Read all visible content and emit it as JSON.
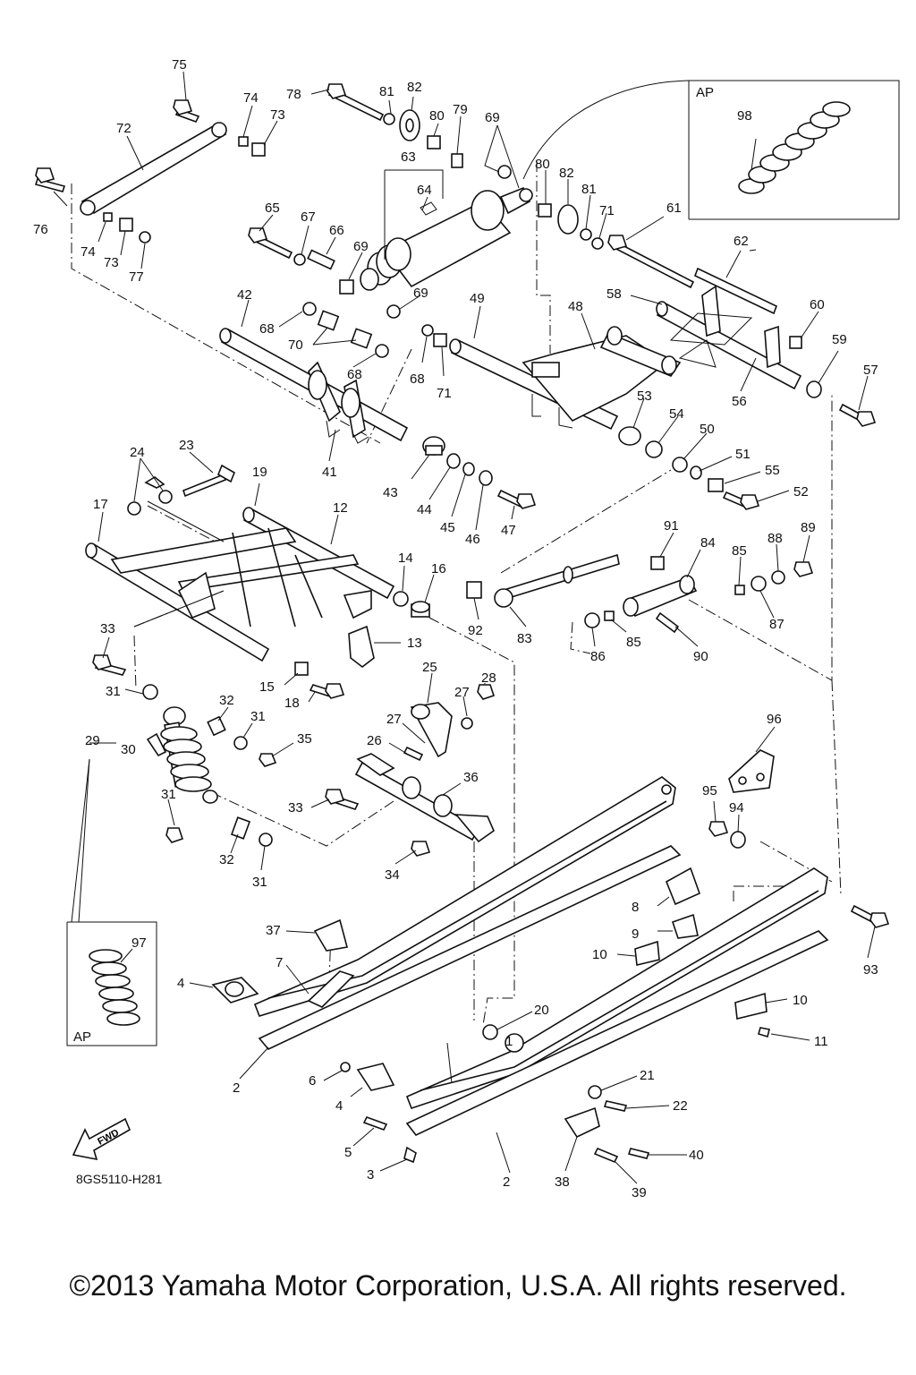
{
  "diagram": {
    "code": "8GS5110-H281",
    "fwd_label": "FWD",
    "inset_label_top": "AP",
    "inset_label_bottom": "AP"
  },
  "callouts": [
    "1",
    "2",
    "3",
    "4",
    "5",
    "6",
    "7",
    "8",
    "9",
    "10",
    "11",
    "12",
    "13",
    "14",
    "15",
    "16",
    "17",
    "18",
    "19",
    "20",
    "21",
    "22",
    "23",
    "24",
    "25",
    "26",
    "27",
    "28",
    "29",
    "30",
    "31",
    "32",
    "33",
    "34",
    "35",
    "36",
    "37",
    "38",
    "39",
    "40",
    "41",
    "42",
    "43",
    "44",
    "45",
    "46",
    "47",
    "48",
    "49",
    "50",
    "51",
    "52",
    "53",
    "54",
    "55",
    "56",
    "57",
    "58",
    "59",
    "60",
    "61",
    "62",
    "63",
    "64",
    "65",
    "66",
    "67",
    "68",
    "69",
    "70",
    "71",
    "72",
    "73",
    "74",
    "75",
    "76",
    "77",
    "78",
    "79",
    "80",
    "81",
    "82",
    "83",
    "84",
    "85",
    "86",
    "87",
    "88",
    "89",
    "90",
    "91",
    "92",
    "93",
    "94",
    "95",
    "96",
    "97",
    "98"
  ],
  "copyright": "©2013 Yamaha Motor Corporation, U.S.A. All rights reserved."
}
